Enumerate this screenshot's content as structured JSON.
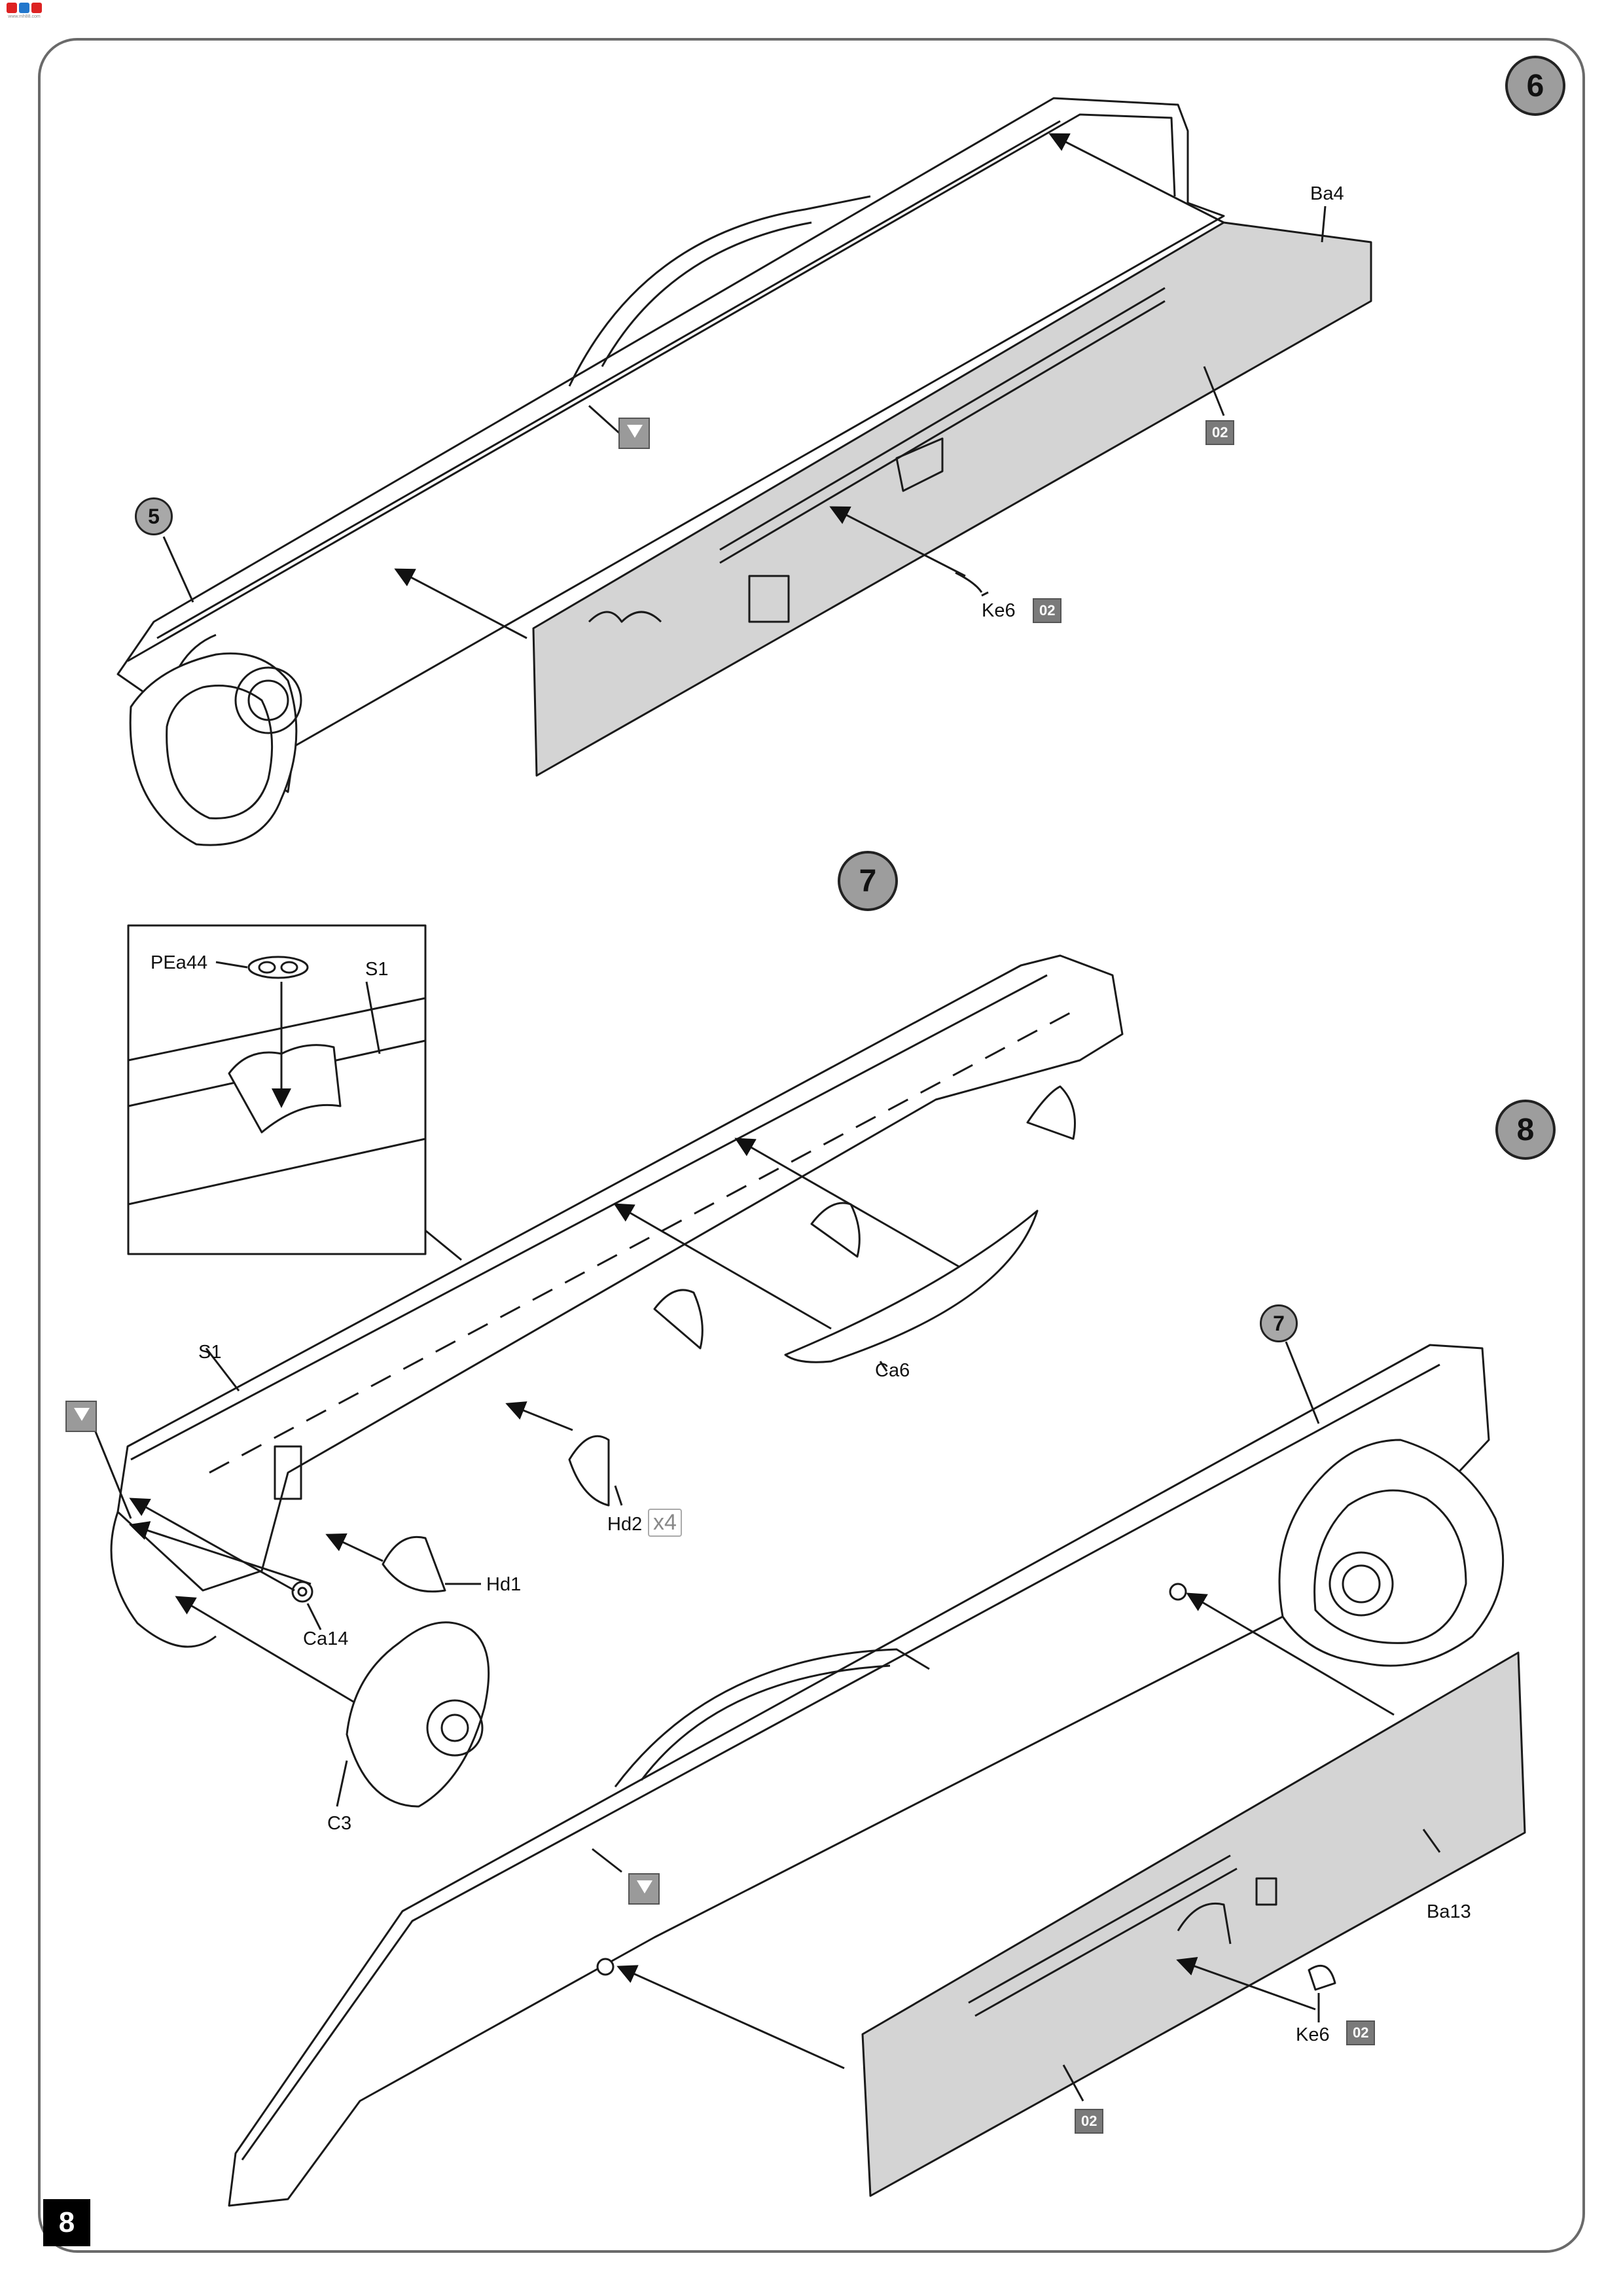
{
  "header": {
    "logo_text": "www.mh88.com"
  },
  "steps": {
    "step6": "6",
    "step7": "7",
    "step8": "8",
    "ref5": "5",
    "ref7": "7"
  },
  "parts": {
    "ba4": "Ba4",
    "ke6_a": "Ke6",
    "ke6_b": "Ke6",
    "pea44": "PEa44",
    "s1_inset": "S1",
    "s1_main": "S1",
    "ca6": "Ca6",
    "hd2": "Hd2",
    "hd1": "Hd1",
    "ca14": "Ca14",
    "c3": "C3",
    "ba13": "Ba13"
  },
  "badges": {
    "b02_step6_panel": "02",
    "b02_step6_ke6": "02",
    "b02_step8_ke6": "02",
    "b02_step8_panel": "02"
  },
  "quantities": {
    "hd2_qty": "x4"
  },
  "page": {
    "number": "8"
  },
  "colors": {
    "panel_fill": "#d4d4d4",
    "step_circle": "#9d9d9d",
    "badge": "#7a7a7a",
    "line": "#1a1a1a"
  }
}
